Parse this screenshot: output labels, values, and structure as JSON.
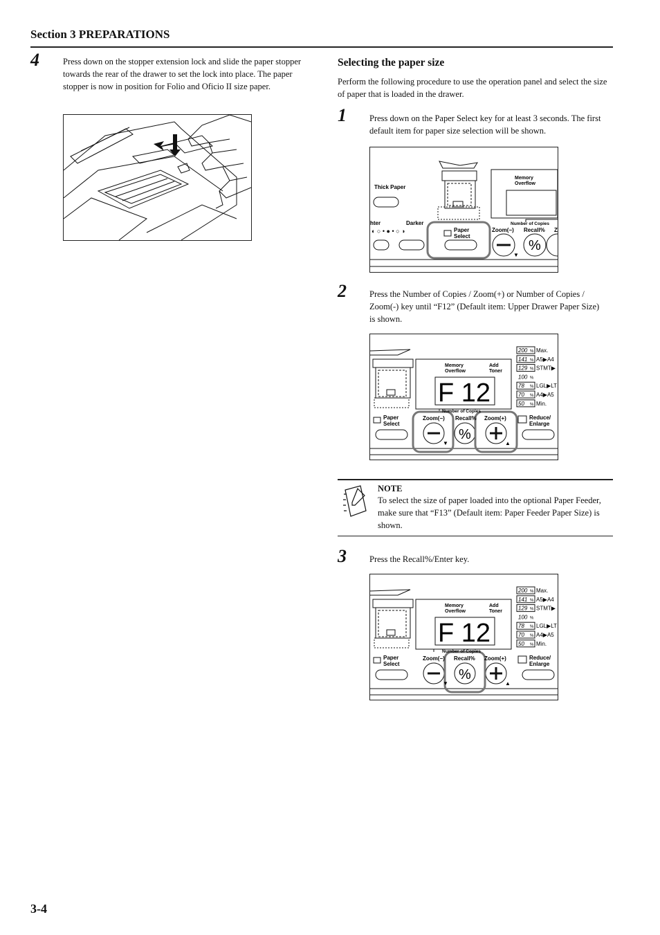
{
  "header": {
    "section": "Section 3  PREPARATIONS"
  },
  "left": {
    "step4": {
      "number": "4",
      "text": "Press down on the stopper extension lock and slide the paper stopper towards the rear of the drawer to set the lock into place. The paper stopper is now in position for Folio and Oficio II size paper."
    }
  },
  "right": {
    "heading": "Selecting the paper size",
    "intro": "Perform the following procedure to use the operation panel and select the size of paper that is loaded in the drawer.",
    "step1": {
      "number": "1",
      "text": "Press down on the Paper Select key for at least 3 seconds. The first default item for paper size selection will be shown."
    },
    "step2": {
      "number": "2",
      "text": "Press the Number of Copies / Zoom(+) or Number of Copies / Zoom(-) key until “F12” (Default item: Upper Drawer Paper Size) is shown."
    },
    "note": {
      "title": "NOTE",
      "text": "To select the size of paper loaded into the optional Paper Feeder, make sure that “F13” (Default item: Paper Feeder Paper Size) is shown."
    },
    "step3": {
      "number": "3",
      "text": "Press the Recall%/Enter key."
    }
  },
  "panel1": {
    "thick_paper": "Thick Paper",
    "lighter": "hter",
    "darker": "Darker",
    "memory": "Memory",
    "overflow": "Overflow",
    "paper": "Paper",
    "select": "Select",
    "zoom_minus": "Zoom(−)",
    "recall": "Recall%",
    "z": "Z",
    "num_copies": "Number of Copies"
  },
  "panel2": {
    "memory": "Memory",
    "overflow": "Overflow",
    "add": "Add",
    "toner": "Toner",
    "display": "F 12",
    "num_copies": "Number of Copies",
    "paper": "Paper",
    "select": "Select",
    "zoom_minus": "Zoom(−)",
    "recall": "Recall%",
    "zoom_plus": "Zoom(+)",
    "reduce": "Reduce/",
    "enlarge": "Enlarge",
    "zoom_levels": [
      "200",
      "141",
      "129",
      "100",
      "78",
      "70",
      "50"
    ],
    "zoom_labels": [
      "Max.",
      "A5▶A4",
      "STMT▶",
      "",
      "LGL▶LT",
      "A4▶A5",
      "Min."
    ]
  },
  "panel3": {
    "memory": "Memory",
    "overflow": "Overflow",
    "add": "Add",
    "toner": "Toner",
    "display": "F 12",
    "num_copies": "Number of Copies",
    "paper": "Paper",
    "select": "Select",
    "zoom_minus": "Zoom(−)",
    "recall": "Recall%",
    "zoom_plus": "Zoom(+)",
    "reduce": "Reduce/",
    "enlarge": "Enlarge",
    "zoom_levels": [
      "200",
      "141",
      "129",
      "100",
      "78",
      "70",
      "50"
    ],
    "zoom_labels": [
      "Max.",
      "A5▶A4",
      "STMT▶",
      "",
      "LGL▶LT",
      "A4▶A5",
      "Min."
    ]
  },
  "footer": {
    "page": "3-4"
  }
}
